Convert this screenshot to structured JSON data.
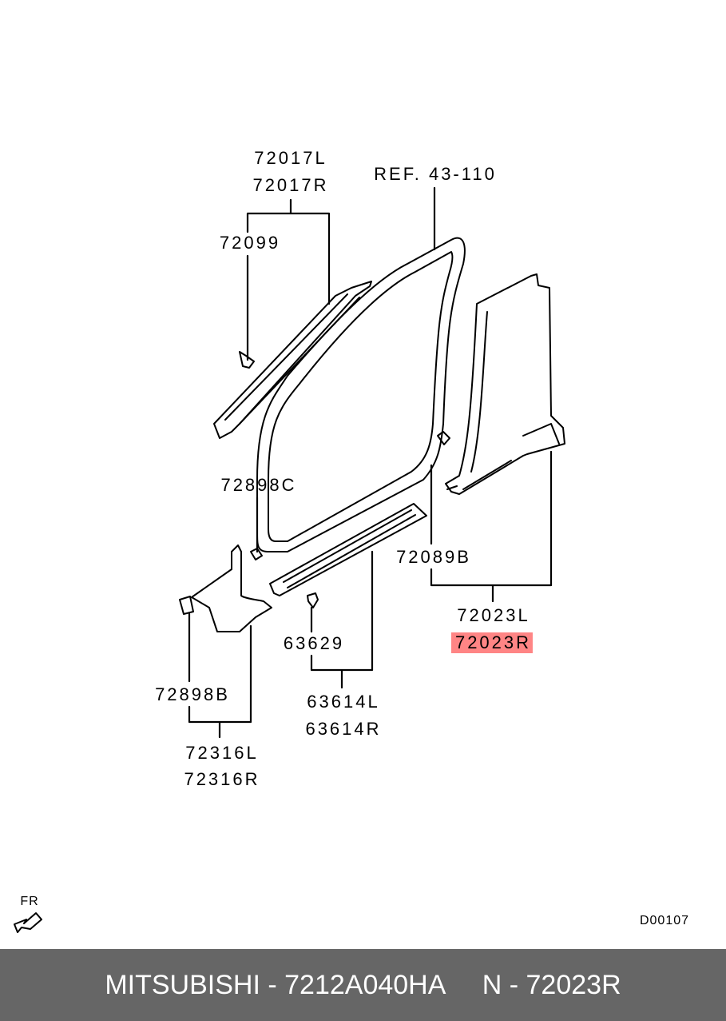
{
  "diagram": {
    "labels": {
      "p72017L": "72017L",
      "p72017R": "72017R",
      "ref": "REF. 43-110",
      "p72099": "72099",
      "p72898C": "72898C",
      "p72089B": "72089B",
      "p72023L": "72023L",
      "p72023R": "72023R",
      "p63629": "63629",
      "p63614L": "63614L",
      "p63614R": "63614R",
      "p72898B": "72898B",
      "p72316L": "72316L",
      "p72316R": "72316R"
    },
    "direction_label": "FR",
    "diagram_code": "D00107",
    "highlight_color": "#ff8585"
  },
  "footer": {
    "brand": "MITSUBISHI",
    "part_number": "7212A040HA",
    "ref_number": "N - 72023R",
    "text": "MITSUBISHI - 7212A040HA     N - 72023R"
  }
}
